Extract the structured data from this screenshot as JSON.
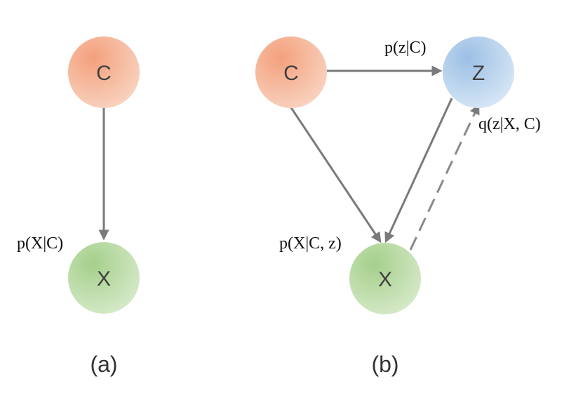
{
  "panels": [
    {
      "caption": "(a)",
      "nodes": {
        "c": "C",
        "x": "X"
      },
      "edges": {
        "c_to_x": "p(X|C)"
      }
    },
    {
      "caption": "(b)",
      "nodes": {
        "c": "C",
        "z": "Z",
        "x": "X"
      },
      "edges": {
        "c_to_z": "p(z|C)",
        "x_to_z": "q(z|X, C)",
        "into_x": "p(X|C, z)"
      }
    }
  ],
  "colors": {
    "c_node": "#f4b496",
    "z_node": "#a9c8e8",
    "x_node": "#b4d79c",
    "arrow": "#7a7a7a"
  }
}
